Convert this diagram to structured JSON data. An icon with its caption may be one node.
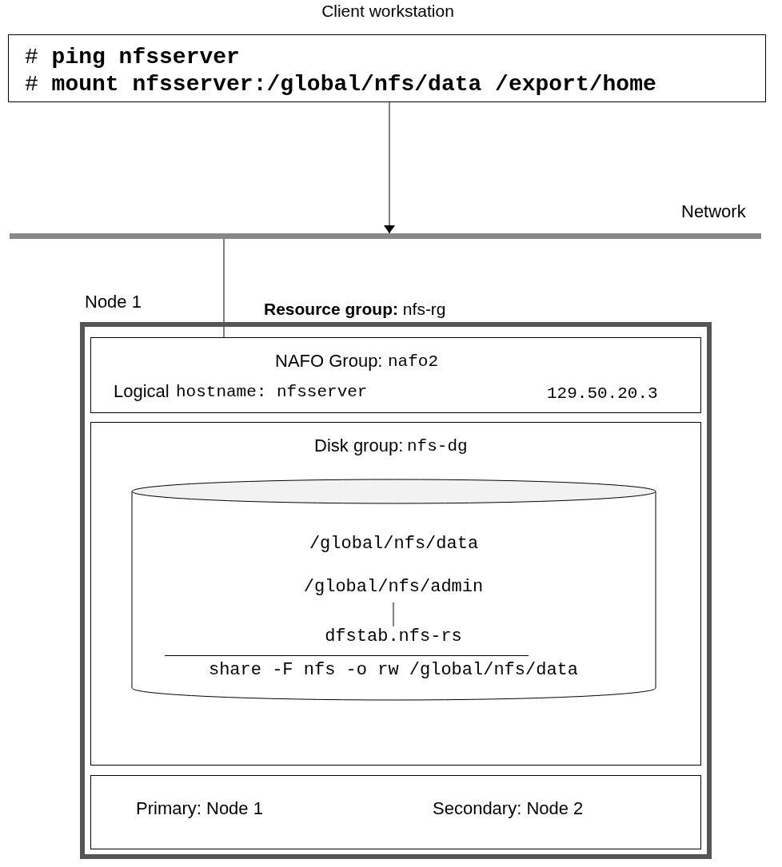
{
  "diagram": {
    "nodes": [
      {
        "text": [
          "Client workstation",
          "# **ping nfsserver**",
          "# **mount nfsserver:/global/nfs/data /export/home**"
        ]
      },
      {
        "text": [],
        "shape": "bar",
        "beside": [
          "Network"
        ]
      },
      {
        "text": [
          "**Resource group:** nfs-rg"
        ],
        "beside": [
          "Node 1"
        ]
      },
      {
        "text": [
          "NAFO Group:",
          "nafo2",
          "Logical",
          "hostname: nfsserver",
          "129.50.20.3"
        ],
        "in": 2
      },
      {
        "text": [
          "Disk group:",
          "nfs-dg"
        ],
        "in": 2
      },
      {
        "text": [
          "/global/nfs/data"
        ],
        "in": 4
      },
      {
        "text": [
          "/global/nfs/admin"
        ],
        "in": 5
      },
      {
        "text": [
          "dfstab.nfs-rs",
          "share -F nfs -o rw /global/nfs/data"
        ],
        "in": 5
      },
      {
        "text": [
          "Primary: Node 1",
          "Secondary: Node 2"
        ],
        "in": 2
      }
    ],
    "edges": [
      {
        "from": 0,
        "to": 1,
        "arrow": "to"
      },
      {
        "from": 1,
        "to": 3,
        "arrow": "none"
      },
      {
        "from": 6,
        "to": 7,
        "arrow": "none"
      }
    ]
  }
}
